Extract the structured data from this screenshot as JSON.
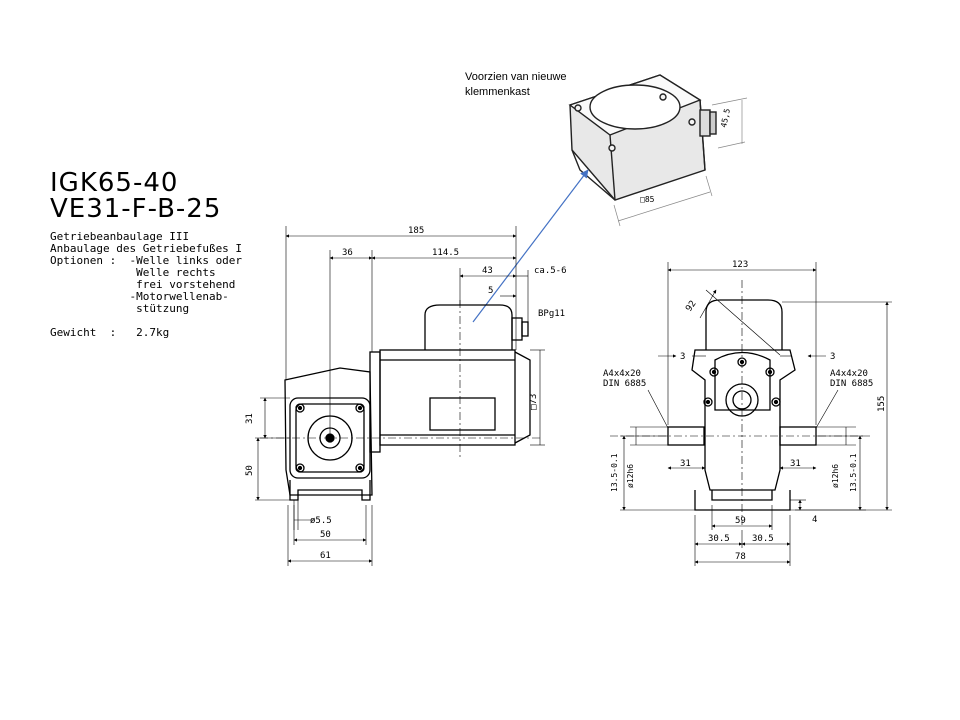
{
  "title": {
    "line1": "IGK65-40",
    "line2": "VE31-F-B-25"
  },
  "specs": {
    "line1": "Getriebeanbaulage III",
    "line2": "Anbaulage des Getriebefußes I",
    "line3": "Optionen :  -Welle links oder",
    "line4": "             Welle rechts",
    "line5": "             frei vorstehend",
    "line6": "            -Motorwellenab-",
    "line7": "             stützung",
    "line8": "Gewicht  :   2.7kg"
  },
  "annotation": {
    "line1": "Voorzien van nieuwe",
    "line2": "klemmenkast",
    "dim_height": "45,5",
    "dim_square": "□85",
    "arrow_color": "#4472c4"
  },
  "side_view": {
    "d185": "185",
    "d36": "36",
    "d114_5": "114.5",
    "d43": "43",
    "ca": "ca.5-6",
    "d5": "5",
    "pg": "BPg11",
    "d73": "□73",
    "d31": "31",
    "d50": "50",
    "d5_5": "ø5.5",
    "d50b": "50",
    "d61": "61"
  },
  "front_view": {
    "d123": "123",
    "d92": "92",
    "d3l": "3",
    "d3r": "3",
    "key_l1": "A4x4x20",
    "key_l2": "DIN 6885",
    "key_r1": "A4x4x20",
    "key_r2": "DIN 6885",
    "d155": "155",
    "d31l": "31",
    "d31r": "31",
    "d13_5l": "13.5-0.1",
    "d12l": "ø12h6",
    "d12r": "ø12h6",
    "d13_5r": "13.5-0.1",
    "d59": "59",
    "d4": "4",
    "d30_5l": "30.5",
    "d30_5r": "30.5",
    "d78": "78"
  }
}
